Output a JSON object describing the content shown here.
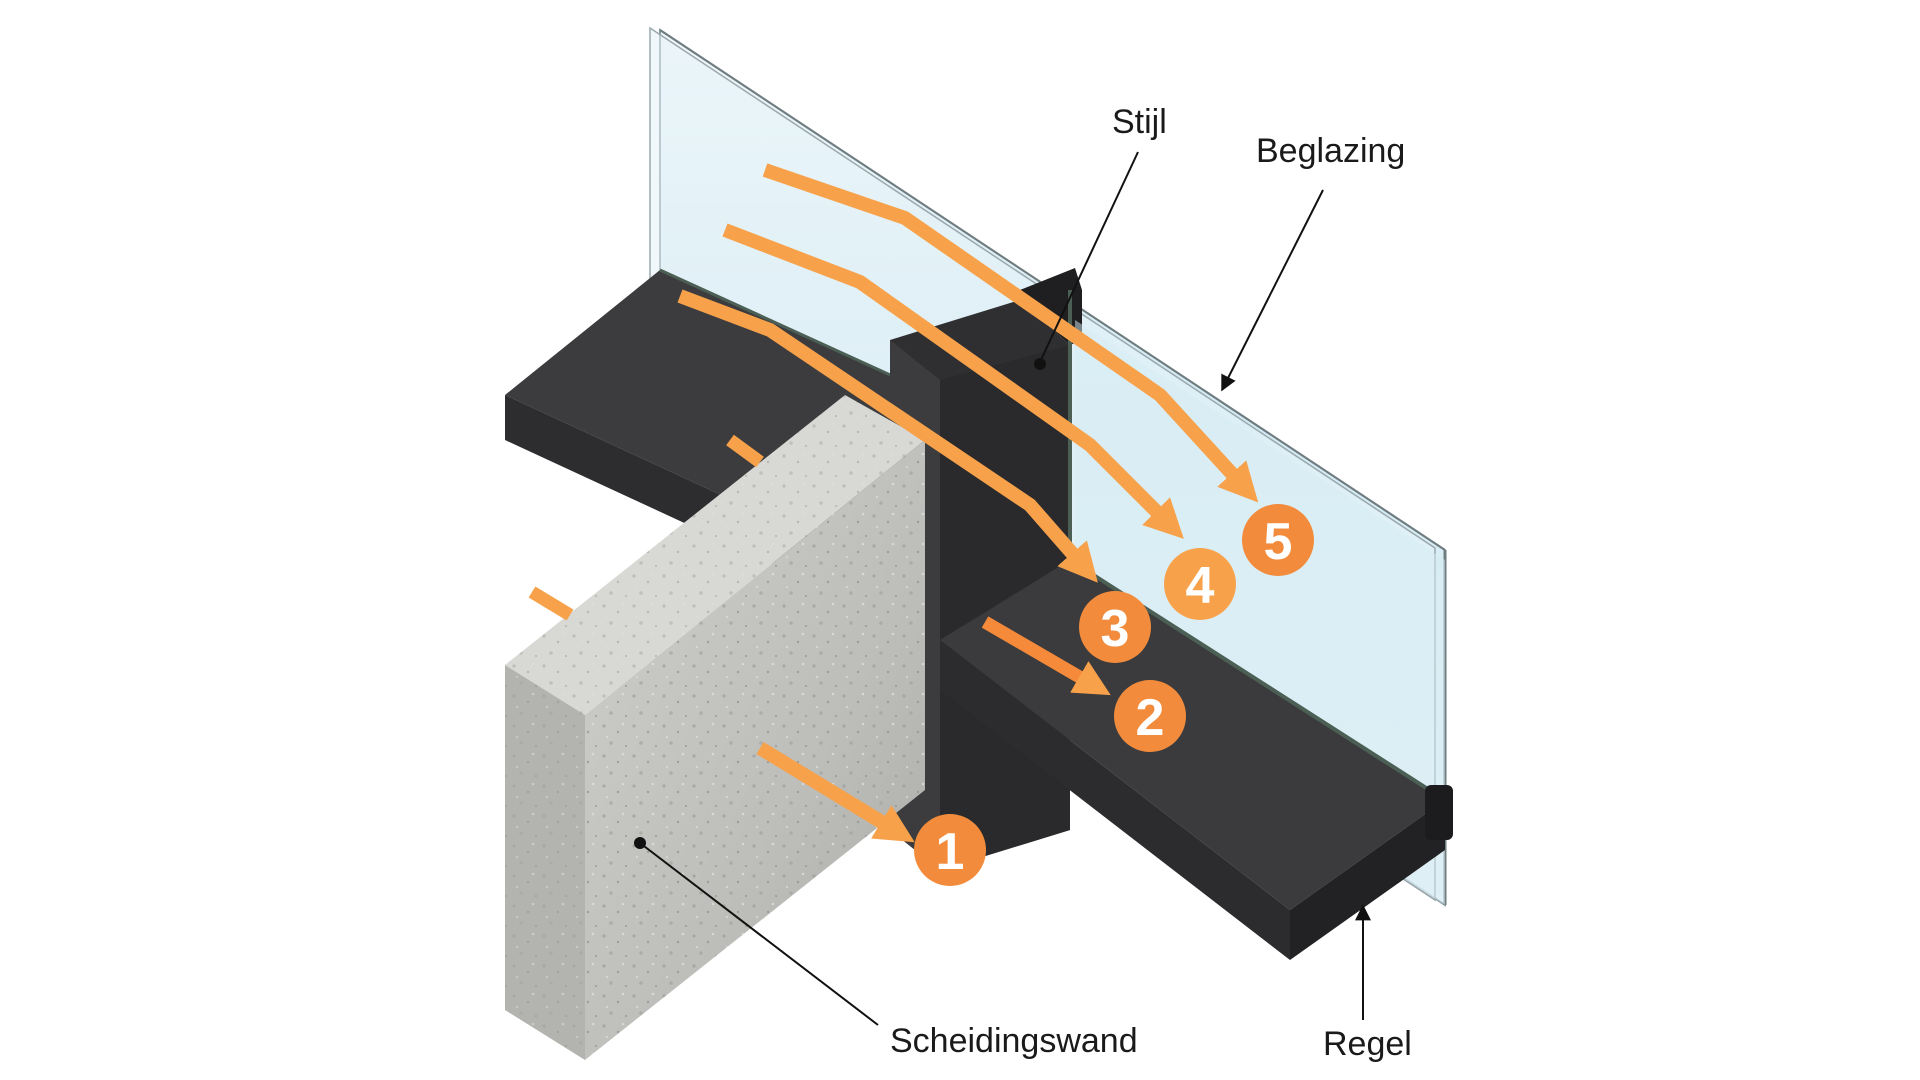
{
  "labels": {
    "stijl": "Stijl",
    "beglazing": "Beglazing",
    "scheidingswand": "Scheidingswand",
    "regel": "Regel"
  },
  "paths": [
    {
      "number": "1"
    },
    {
      "number": "2"
    },
    {
      "number": "3"
    },
    {
      "number": "4"
    },
    {
      "number": "5"
    }
  ],
  "colors": {
    "arrow": "#f7a24b",
    "badge": "#f28c3c",
    "dark_profile": "#3a3a3c",
    "concrete": "#c4c4c2",
    "glass": "#d9eef5"
  }
}
